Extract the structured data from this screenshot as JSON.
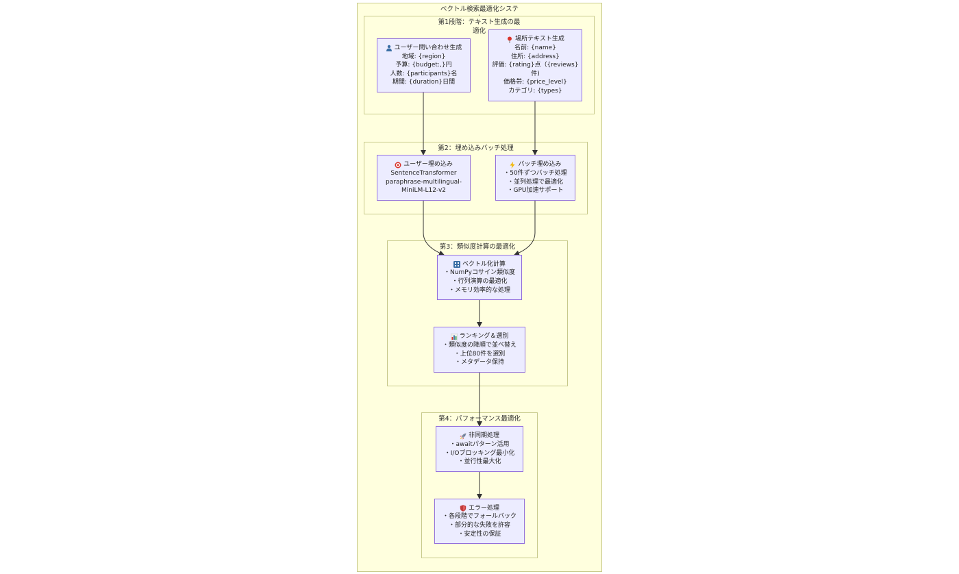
{
  "title": "ベクトル検索最適化システ\nム",
  "stage1": {
    "title": "第1段階：テキスト生成の最\n適化",
    "user_query": {
      "icon": "user-icon",
      "label": "ユーザー問い合わせ生成",
      "lines": [
        "地域: {region}",
        "予算: {budget:,}円",
        "人数: {participants}名",
        "期間: {duration}日間"
      ]
    },
    "place_text": {
      "icon": "pin-icon",
      "label": "場所テキスト生成",
      "lines": [
        "名前: {name}",
        "住所: {address}",
        "評価: {rating}点（{reviews}",
        "件)",
        "価格帯: {price_level}",
        "カテゴリ: {types}"
      ]
    }
  },
  "stage2": {
    "title": "第2：埋め込みバッチ処理",
    "user_embed": {
      "icon": "target-icon",
      "label": "ユーザー埋め込み",
      "lines": [
        "SentenceTransformer",
        "paraphrase-multilingual-",
        "MiniLM-L12-v2"
      ]
    },
    "batch_embed": {
      "icon": "lightning-icon",
      "label": "バッチ埋め込み",
      "lines": [
        "・50件ずつバッチ処理",
        "・並列処理で最適化",
        "・GPU加速サポート"
      ]
    }
  },
  "stage3": {
    "title": "第3：類似度計算の最適化",
    "vector_calc": {
      "icon": "numbers-icon",
      "label": "ベクトル化計算",
      "lines": [
        "・NumPyコサイン類似度",
        "・行列演算の最適化",
        "・メモリ効率的な処理"
      ]
    },
    "ranking": {
      "icon": "bar-chart-icon",
      "label": "ランキング＆選別",
      "lines": [
        "・類似度の降順で並べ替え",
        "・上位80件を選別",
        "・メタデータ保持"
      ]
    }
  },
  "stage4": {
    "title": "第4：パフォーマンス最適化",
    "async": {
      "icon": "rocket-icon",
      "label": "非同期処理",
      "lines": [
        "・awaitパターン活用",
        "・I/Oブロッキング最小化",
        "・並行性最大化"
      ]
    },
    "error": {
      "icon": "shield-icon",
      "label": "エラー処理",
      "lines": [
        "・各段階でフォールバック",
        "・部分的な失敗を許容",
        "・安定性の保証"
      ]
    }
  },
  "colors": {
    "cluster_fill": "#ffffde",
    "cluster_border": "#c7c98a",
    "node_fill": "#ececff",
    "node_border": "#9370db",
    "edge": "#333333"
  }
}
